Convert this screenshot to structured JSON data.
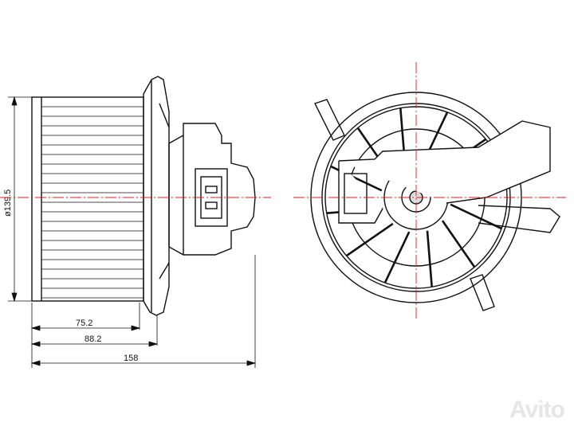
{
  "drawing": {
    "diameter_label": "ø139.5",
    "dim_1": "75.2",
    "dim_2": "88.2",
    "dim_3": "158",
    "centerline_color": "#d62020",
    "line_color": "#111111"
  },
  "watermark": {
    "text": "Avito"
  }
}
